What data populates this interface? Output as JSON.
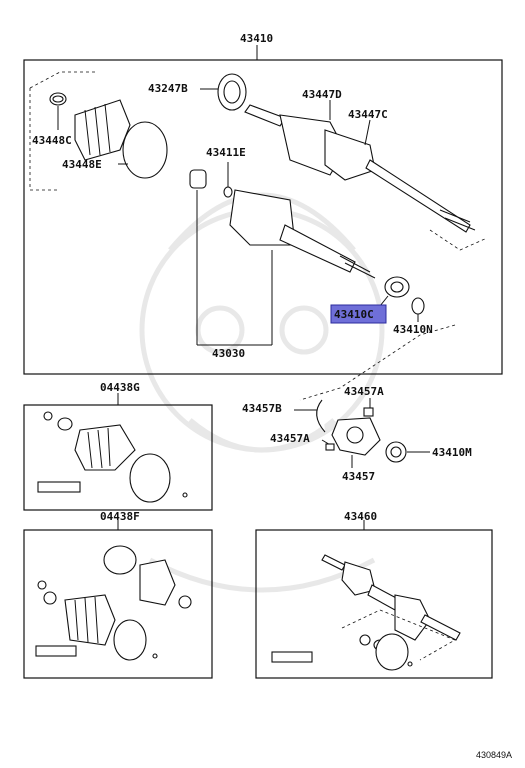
{
  "diagram_id": "430849A",
  "labels": {
    "main_assembly": "43410",
    "bearing_43247b": "43247B",
    "boot_43447d": "43447D",
    "boot_43447c": "43447C",
    "clamp_43448c": "43448C",
    "band_43448e": "43448E",
    "snap_43411e": "43411E",
    "joint_43030": "43030",
    "seal_43410c": "43410C",
    "ring_43410n": "43410N",
    "kit_04438g": "04438G",
    "kit_04438f": "04438F",
    "ring_43457b": "43457B",
    "bolt_43457a_top": "43457A",
    "bolt_43457a_mid": "43457A",
    "bracket_43457": "43457",
    "seal_43410m": "43410M",
    "shaft_43460": "43460"
  },
  "highlight_color": "#6f6fd8"
}
